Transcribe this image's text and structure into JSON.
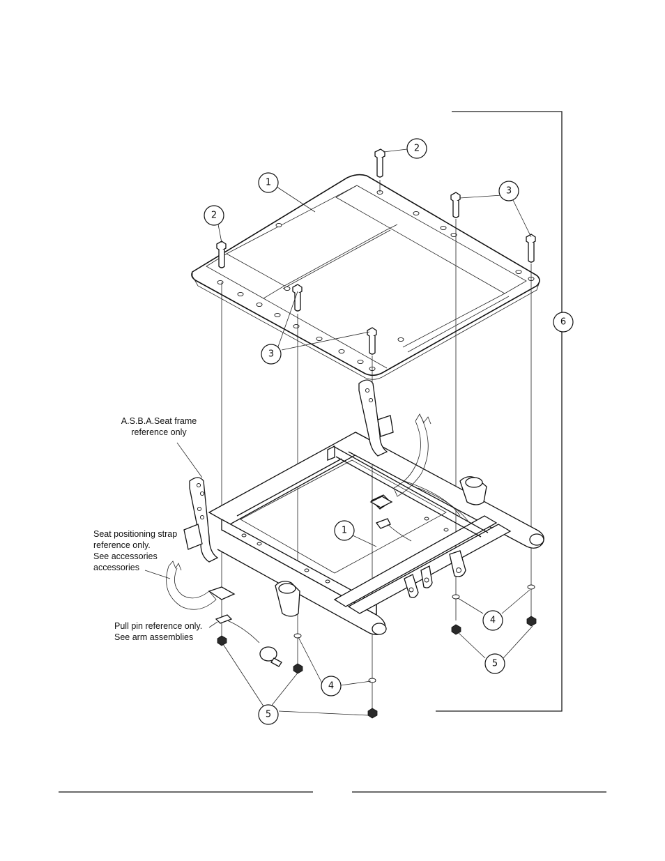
{
  "callouts": {
    "c1_plate": "1",
    "c1_frame": "1",
    "c2_left": "2",
    "c2_top": "2",
    "c3_right": "3",
    "c3_bottom": "3",
    "c4_left": "4",
    "c4_right": "4",
    "c5_left": "5",
    "c5_right": "5",
    "c6": "6"
  },
  "notes": {
    "asba_line1": "A.S.B.A.Seat frame",
    "asba_line2": "reference only",
    "strap_line1": "Seat positioning strap",
    "strap_line2": "reference only.",
    "strap_line3": "See accessories",
    "strap_line4": "accessories",
    "pin_line1": "Pull pin reference only.",
    "pin_line2": "See arm assemblies"
  }
}
